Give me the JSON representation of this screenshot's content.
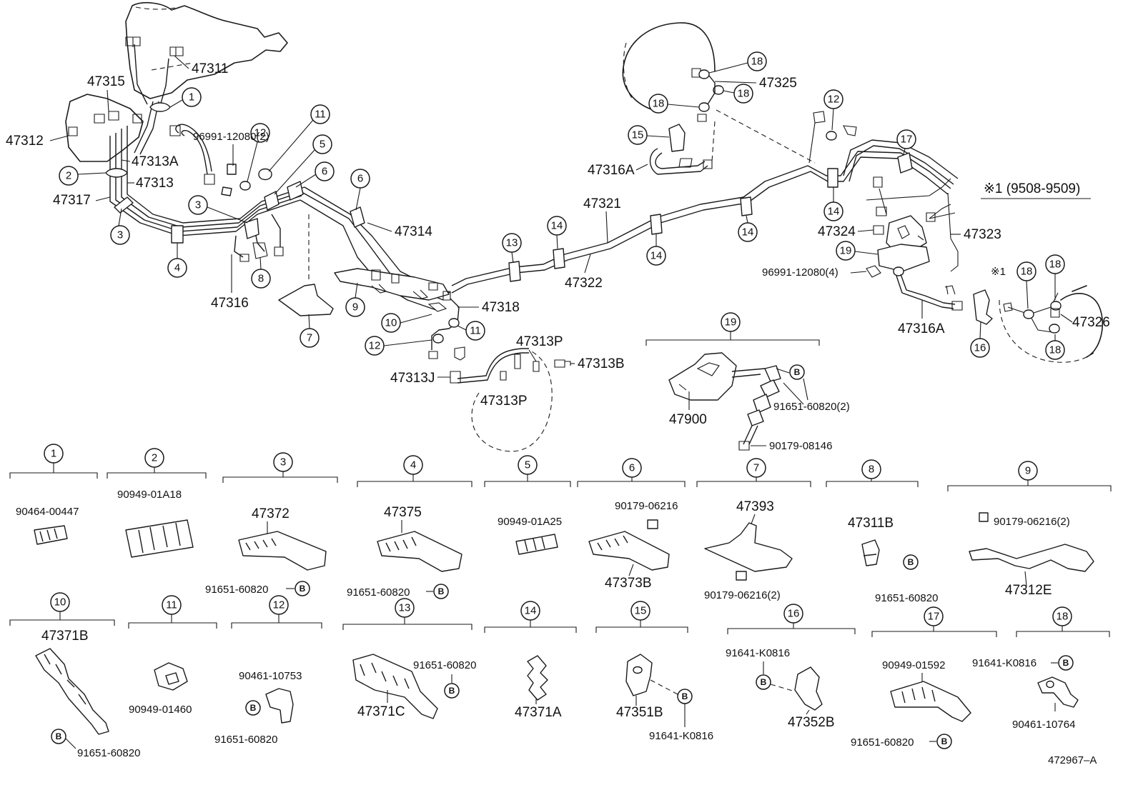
{
  "top": {
    "labels": {
      "p47311": "47311",
      "p47315": "47315",
      "p47312": "47312",
      "p47313A": "47313A",
      "p47313": "47313",
      "p47317": "47317",
      "p47316": "47316",
      "p47314": "47314",
      "p47318": "47318",
      "bolt_4": "96991-12080(2)",
      "p47313P_top": "47313P",
      "p47313B": "47313B",
      "p47313J": "47313J",
      "p47313P_bottom": "47313P",
      "p47321": "47321",
      "p47322": "47322",
      "p47325": "47325",
      "p47316A_upper": "47316A",
      "p47324": "47324",
      "p47323": "47323",
      "note": "※1 (9508-9509)",
      "note_marker": "※1",
      "bolt_9": "96991-12080(4)",
      "p47316A_lower": "47316A",
      "p47326": "47326",
      "p47900": "47900",
      "bolt_8": "91651-60820(2)",
      "bolt_3": "90179-08146"
    },
    "callouts": [
      "1",
      "2",
      "3",
      "4",
      "5",
      "6",
      "7",
      "8",
      "9",
      "10",
      "11",
      "12",
      "13",
      "14",
      "15",
      "16",
      "17",
      "18",
      "19"
    ]
  },
  "groups": [
    {
      "num": "1",
      "parts": [
        "90464-00447"
      ]
    },
    {
      "num": "2",
      "parts": [
        "90949-01A18"
      ]
    },
    {
      "num": "3",
      "parts": [
        "47372",
        "91651-60820"
      ]
    },
    {
      "num": "4",
      "parts": [
        "47375",
        "91651-60820"
      ]
    },
    {
      "num": "5",
      "parts": [
        "90949-01A25"
      ]
    },
    {
      "num": "6",
      "parts": [
        "90179-06216",
        "47373B"
      ]
    },
    {
      "num": "7",
      "parts": [
        "47393",
        "90179-06216(2)"
      ]
    },
    {
      "num": "8",
      "parts": [
        "47311B",
        "91651-60820"
      ]
    },
    {
      "num": "9",
      "parts": [
        "90179-06216(2)",
        "47312E"
      ]
    },
    {
      "num": "10",
      "parts": [
        "47371B",
        "91651-60820"
      ]
    },
    {
      "num": "11",
      "parts": [
        "90949-01460"
      ]
    },
    {
      "num": "12",
      "parts": [
        "90461-10753",
        "91651-60820"
      ]
    },
    {
      "num": "13",
      "parts": [
        "91651-60820",
        "47371C"
      ]
    },
    {
      "num": "14",
      "parts": [
        "47371A"
      ]
    },
    {
      "num": "15",
      "parts": [
        "47351B",
        "91641-K0816"
      ]
    },
    {
      "num": "16",
      "parts": [
        "91641-K0816",
        "47352B"
      ]
    },
    {
      "num": "17",
      "parts": [
        "90949-01592",
        "91651-60820"
      ]
    },
    {
      "num": "18",
      "parts": [
        "91641-K0816",
        "90461-10764"
      ]
    }
  ],
  "bolt_marker": "B",
  "figure_id": "472967–A"
}
